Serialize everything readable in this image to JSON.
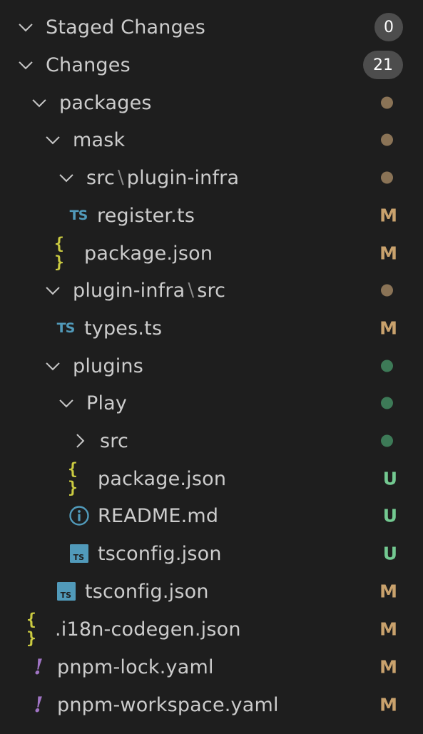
{
  "colors": {
    "modified": "#c9a26d",
    "untracked": "#73c991",
    "dot_modified": "#8a7356",
    "dot_untracked": "#3d7a57",
    "badge_bg": "#4d4d4d"
  },
  "sections": {
    "staged": {
      "label": "Staged Changes",
      "count": "0"
    },
    "changes": {
      "label": "Changes",
      "count": "21"
    }
  },
  "tree": {
    "packages": "packages",
    "mask": "mask",
    "mask_src_a": "src",
    "mask_src_b": "plugin-infra",
    "register_ts": "register.ts",
    "mask_package_json": "package.json",
    "plugin_infra_a": "plugin-infra",
    "plugin_infra_b": "src",
    "types_ts": "types.ts",
    "plugins": "plugins",
    "play": "Play",
    "play_src": "src",
    "play_package_json": "package.json",
    "play_readme": "README.md",
    "play_tsconfig": "tsconfig.json",
    "packages_tsconfig": "tsconfig.json",
    "i18n_codegen": ".i18n-codegen.json",
    "pnpm_lock": "pnpm-lock.yaml",
    "pnpm_workspace": "pnpm-workspace.yaml"
  },
  "status": {
    "modified": "M",
    "untracked": "U"
  },
  "icons": {
    "ts_text": "TS",
    "braces_text": "{ }",
    "bang_text": "!",
    "path_separator": "\\"
  }
}
